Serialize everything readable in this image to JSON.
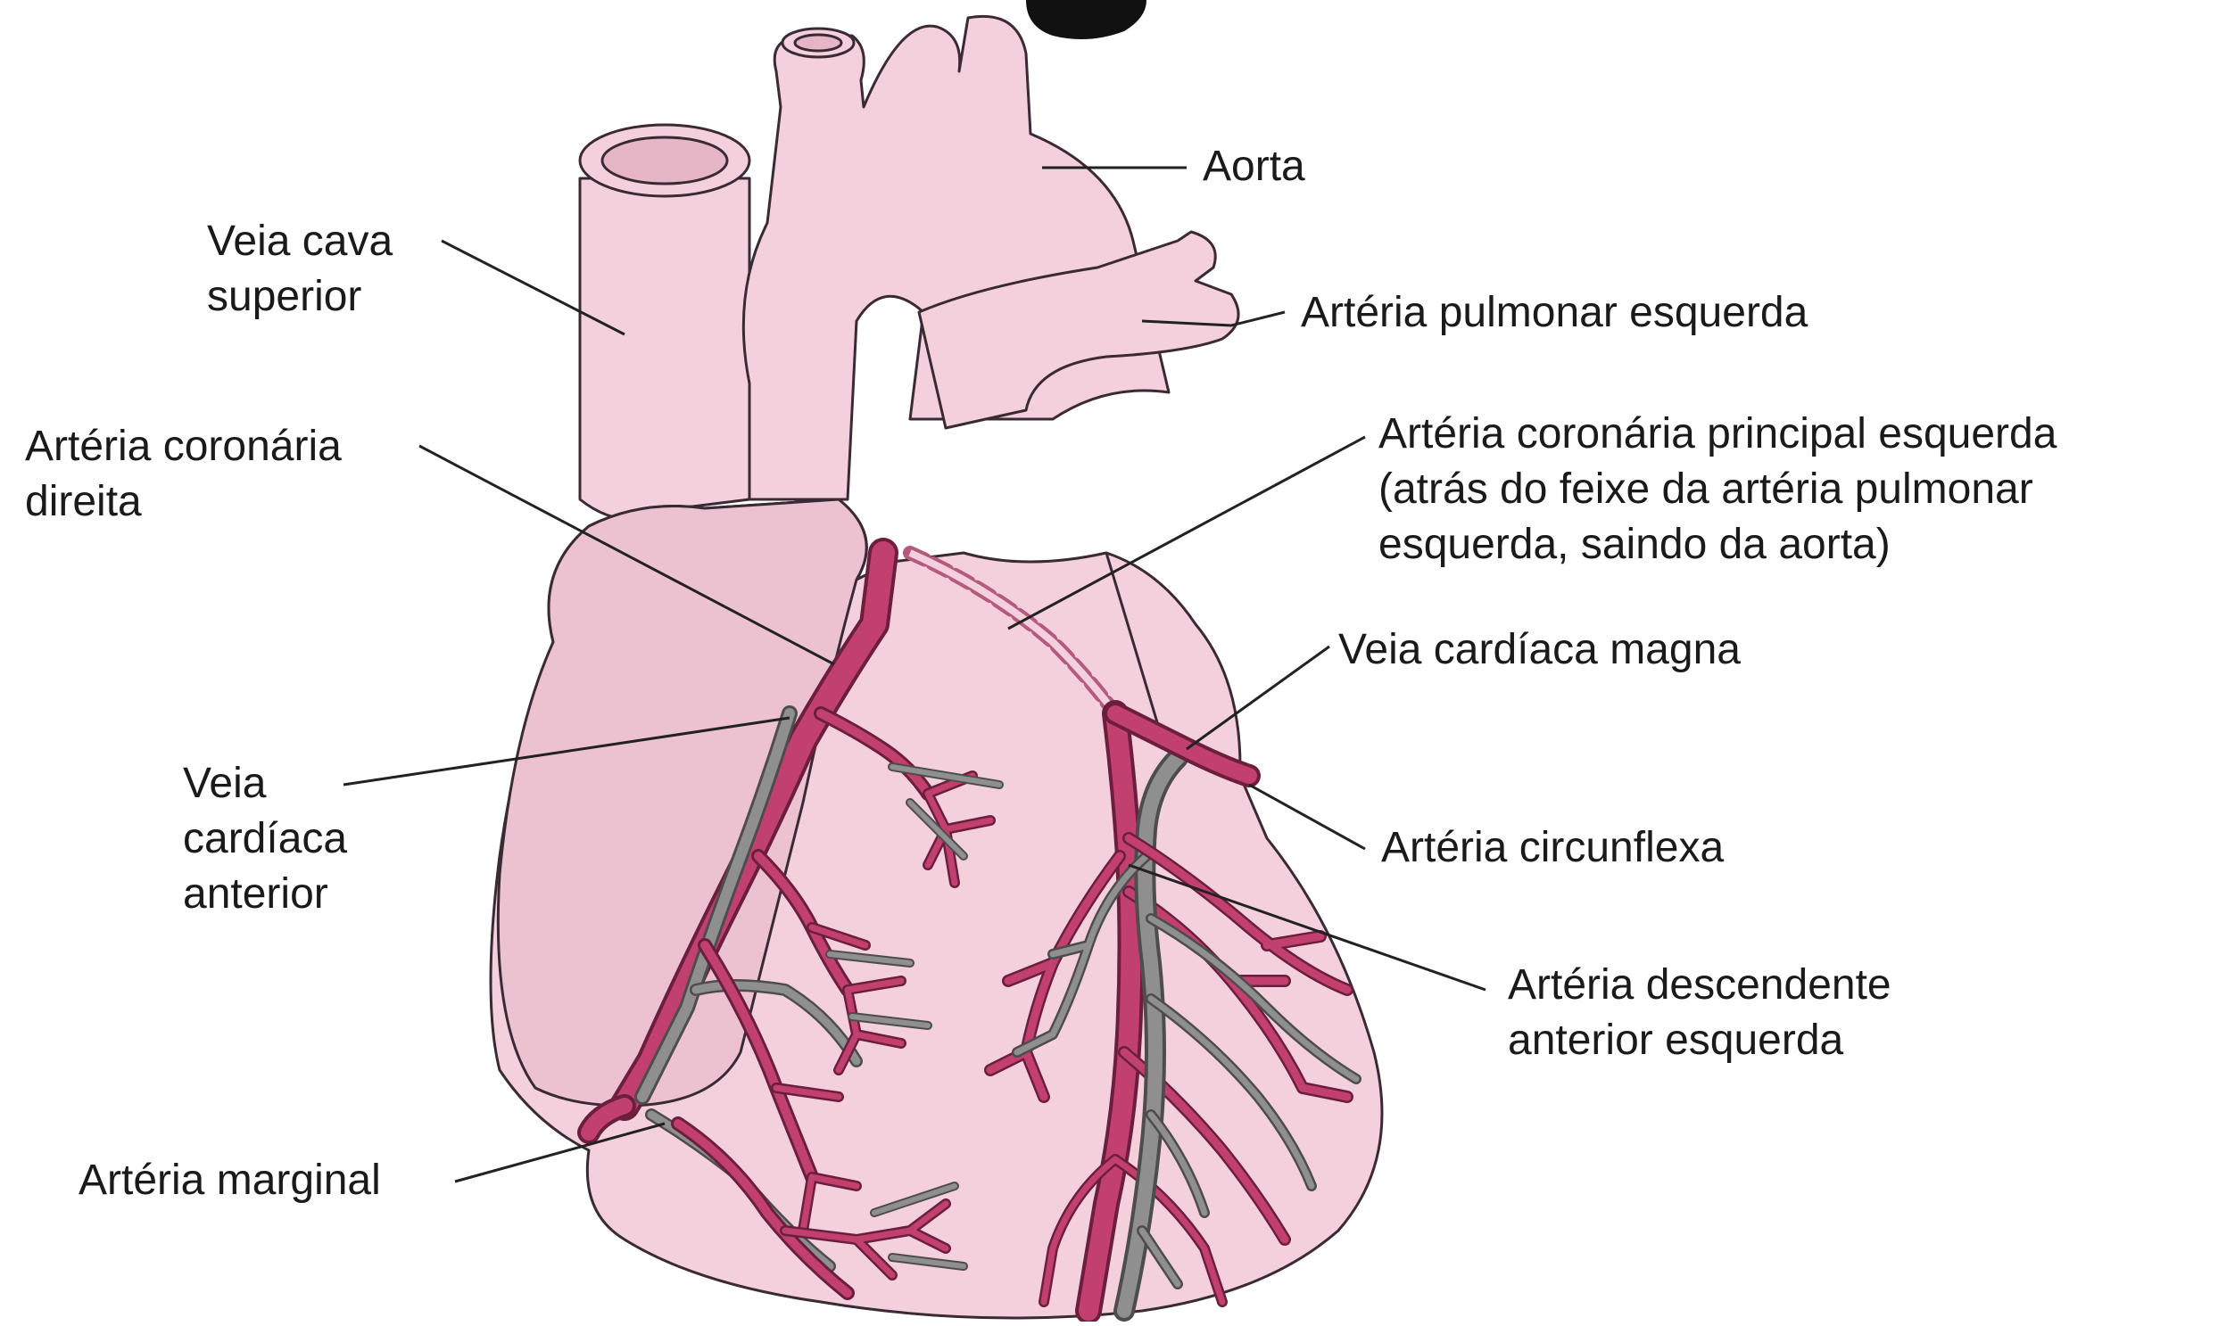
{
  "labels": {
    "aorta": "Aorta",
    "veia_cava_superior": [
      "Veia cava",
      "superior"
    ],
    "arteria_pulmonar_esquerda": "Artéria pulmonar esquerda",
    "arteria_coronaria_direita": [
      "Artéria coronária",
      "direita"
    ],
    "arteria_coronaria_principal_esquerda": [
      "Artéria coronária principal esquerda",
      "(atrás do feixe da artéria pulmonar",
      "esquerda, saindo da aorta)"
    ],
    "veia_cardiaca_magna": "Veia cardíaca magna",
    "veia_cardiaca_anterior": [
      "Veia",
      "cardíaca",
      "anterior"
    ],
    "arteria_circunflexa": "Artéria circunflexa",
    "arteria_descendente_anterior_esquerda": [
      "Artéria descendente",
      "anterior esquerda"
    ],
    "arteria_marginal": "Artéria marginal"
  },
  "colors": {
    "heart_tissue": "#f3d0dc",
    "artery": "#c2406e",
    "vein": "#8f8f8f",
    "outline": "#3a2a33"
  }
}
